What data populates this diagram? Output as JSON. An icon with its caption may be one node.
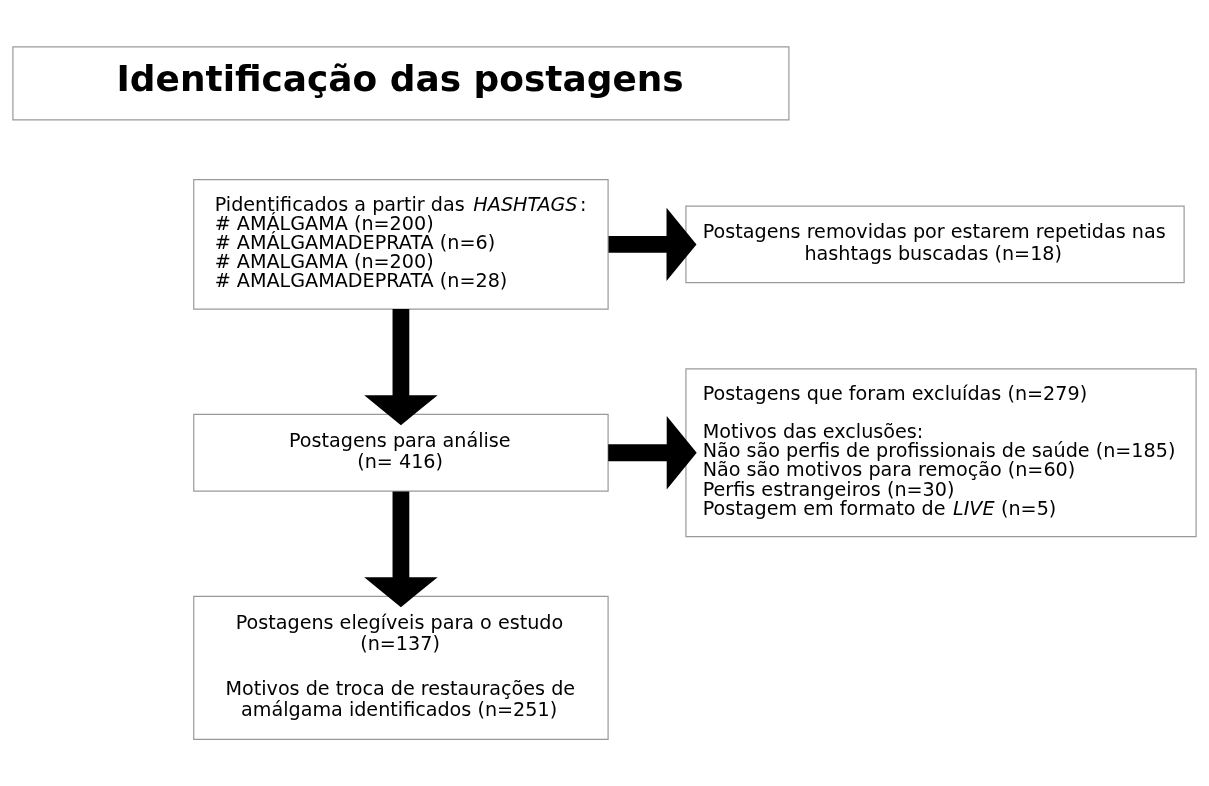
{
  "diagram": {
    "nodes": [
      {
        "text": [
          "Identificação das postagens"
        ]
      },
      {
        "text": [
          "Pidentificados a partir das *HASHTAGS*:",
          "# AMÁLGAMA (n=200)",
          "# AMÁLGAMADEPRATA (n=6)",
          "# AMALGAMA (n=200)",
          "# AMALGAMADEPRATA (n=28)"
        ]
      },
      {
        "text": [
          "Postagens removidas por estarem repetidas nas hashtags buscadas (n=18)"
        ]
      },
      {
        "text": [
          "Postagens para análise (n= 416)"
        ]
      },
      {
        "text": [
          "Postagens que foram excluídas (n=279)",
          "Motivos das exclusões:",
          "Não são perfis de profissionais de saúde (n=185)",
          "Não são motivos para remoção (n=60)",
          "Perfis estrangeiros (n=30)",
          "Postagem em formato de *LIVE* (n=5)"
        ]
      },
      {
        "text": [
          "Postagens elegíveis para o estudo (n=137)",
          "Motivos de troca de restaurações de amálgama identificados (n=251)"
        ]
      }
    ],
    "edges": [
      {
        "from": 1,
        "to": 2,
        "arrow": "to"
      },
      {
        "from": 1,
        "to": 3,
        "arrow": "to"
      },
      {
        "from": 3,
        "to": 4,
        "arrow": "to"
      },
      {
        "from": 3,
        "to": 5,
        "arrow": "to"
      }
    ]
  }
}
